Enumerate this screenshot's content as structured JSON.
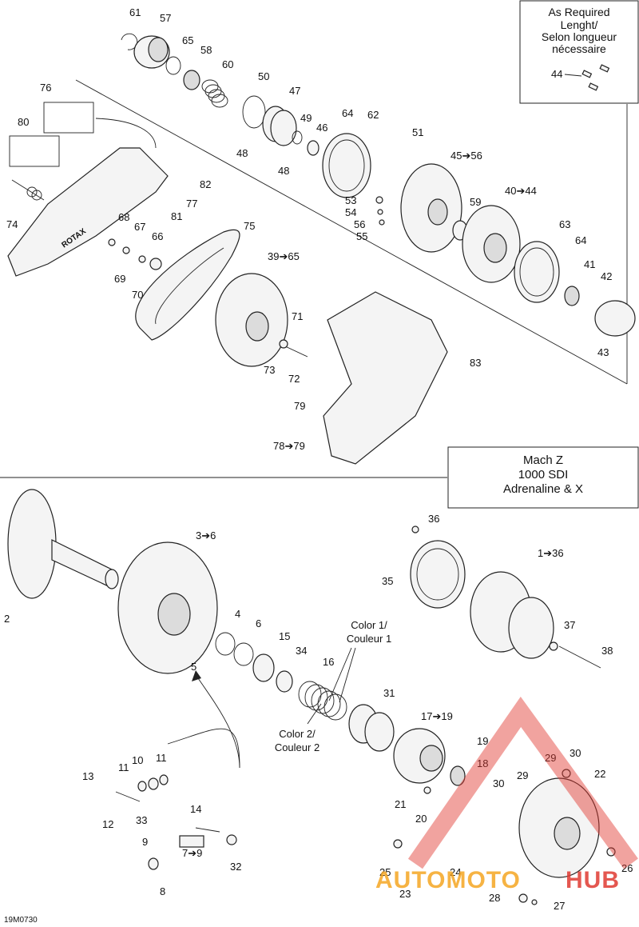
{
  "note_box": {
    "line1": "As Required",
    "line2": "Lenght/",
    "line3": "Selon longueur",
    "line4": "nécessaire",
    "part": "44"
  },
  "model_box": {
    "line1": "Mach Z",
    "line2": "1000 SDI",
    "line3": "Adrenaline & X"
  },
  "color_notes": {
    "color1_en": "Color 1/",
    "color1_fr": "Couleur 1",
    "color2_en": "Color 2/",
    "color2_fr": "Couleur 2"
  },
  "diagram_code": "19M0730",
  "watermark": {
    "part1": "AUTOMOTO",
    "part2": "HUB"
  },
  "colors": {
    "watermark_red": "#e03a32",
    "watermark_orange": "#f5a623",
    "line": "#222222"
  },
  "callouts": [
    "61",
    "57",
    "65",
    "58",
    "60",
    "50",
    "47",
    "76",
    "80",
    "64",
    "62",
    "49",
    "46",
    "48",
    "48",
    "51",
    "45➔56",
    "82",
    "77",
    "81",
    "74",
    "53",
    "54",
    "56",
    "55",
    "59",
    "40➔44",
    "68",
    "67",
    "66",
    "69",
    "70",
    "75",
    "39➔65",
    "63",
    "64",
    "41",
    "42",
    "43",
    "71",
    "73",
    "72",
    "83",
    "79",
    "78➔79",
    "3➔6",
    "36",
    "2",
    "35",
    "1➔36",
    "4",
    "6",
    "15",
    "5",
    "34",
    "16",
    "37",
    "38",
    "31",
    "17➔19",
    "19",
    "18",
    "29",
    "30",
    "22",
    "29",
    "30",
    "11",
    "10",
    "11",
    "13",
    "12",
    "33",
    "14",
    "9",
    "7➔9",
    "8",
    "32",
    "21",
    "20",
    "25",
    "24",
    "23",
    "26",
    "28",
    "27"
  ]
}
